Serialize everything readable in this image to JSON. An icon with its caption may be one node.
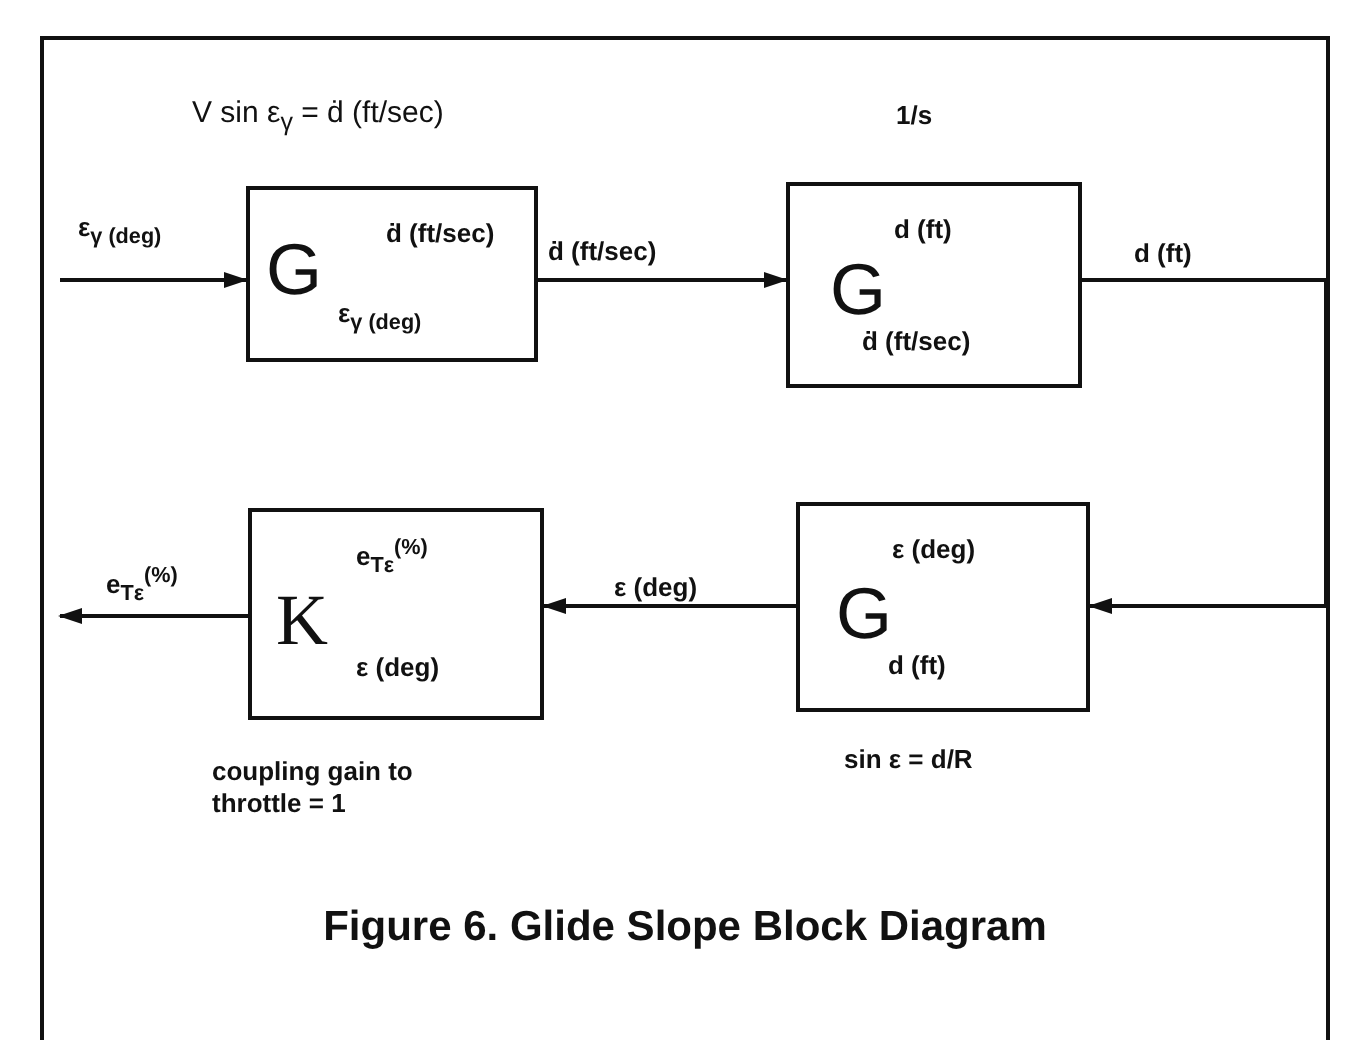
{
  "diagram": {
    "caption": "Figure 6. Glide Slope Block Diagram",
    "nodes": [
      {
        "text": [
          "ḋ (ft/sec)",
          "G",
          "ε$_{γ (deg)}$"
        ],
        "beside": [
          "V sin ε$_{γ}$ = ḋ (ft/sec)"
        ]
      },
      {
        "text": [
          "d (ft)",
          "G",
          "ḋ (ft/sec)"
        ],
        "beside": [
          "1/s"
        ]
      },
      {
        "text": [
          "ε (deg)",
          "G",
          "d (ft)"
        ],
        "beside": [
          "sin ε = d/R"
        ]
      },
      {
        "text": [
          "e$_{Tε}$$^{(%)}$",
          "K",
          "ε (deg)"
        ],
        "beside": [
          "coupling gain to throttle = 1"
        ]
      }
    ],
    "edges": [
      {
        "from": null,
        "to": 0,
        "arrow": "to",
        "label": "ε$_{γ (deg)}$"
      },
      {
        "from": 0,
        "to": 1,
        "arrow": "to",
        "label": "ḋ (ft/sec)"
      },
      {
        "from": 1,
        "to": 2,
        "arrow": "to",
        "label": "d (ft)"
      },
      {
        "from": 2,
        "to": 3,
        "arrow": "to",
        "label": "ε (deg)"
      },
      {
        "from": 3,
        "to": null,
        "arrow": "to",
        "label": "e$_{Tε}$$^{(%)}$"
      }
    ]
  }
}
